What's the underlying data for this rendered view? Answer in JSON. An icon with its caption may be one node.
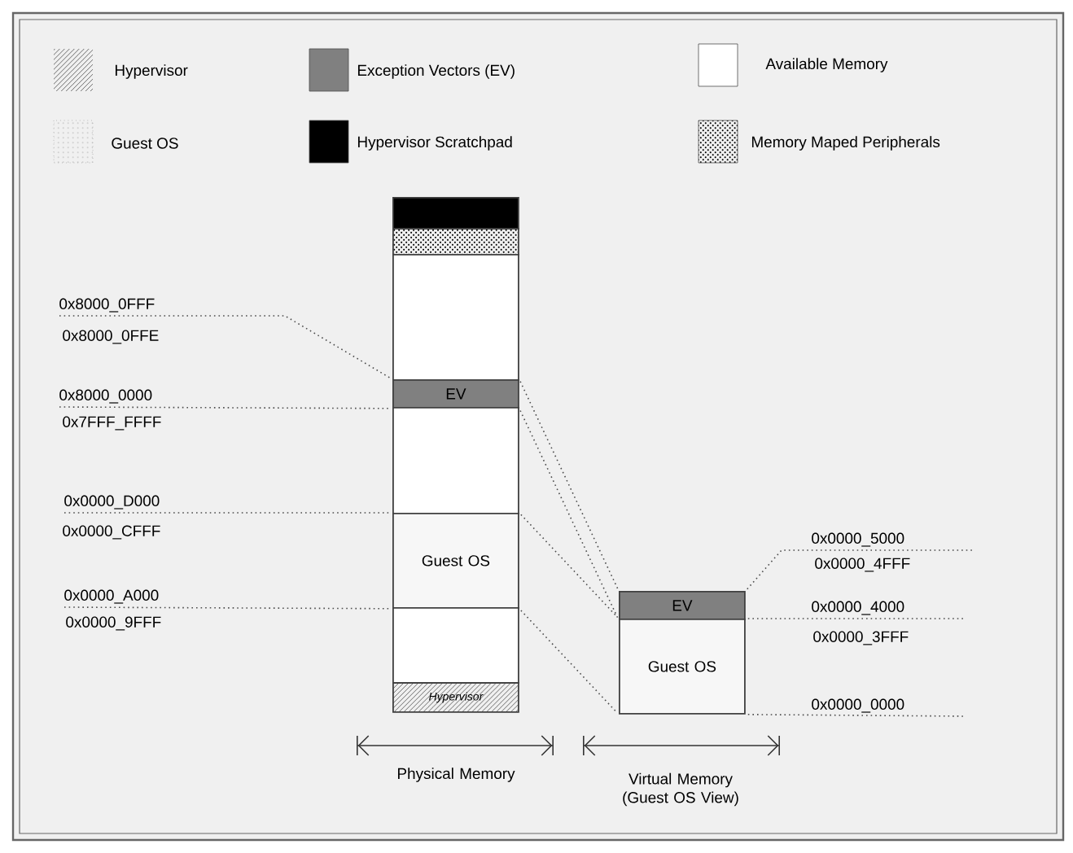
{
  "diagram": {
    "nodes": [
      {
        "text": [],
        "shape": "box"
      },
      {
        "text": [],
        "shape": "box"
      },
      {
        "text": [],
        "shape": "box"
      },
      {
        "text": [
          "EV"
        ]
      },
      {
        "text": [],
        "shape": "box"
      },
      {
        "text": [
          "Guest OS"
        ]
      },
      {
        "text": [],
        "shape": "box"
      },
      {
        "text": [
          "Hypervisor"
        ]
      },
      {
        "text": [
          "EV"
        ]
      },
      {
        "text": [
          "Guest OS"
        ]
      },
      {
        "text": [
          "0x8000_0FFF"
        ]
      },
      {
        "text": [
          "0x8000_0000"
        ]
      },
      {
        "text": [
          "0x0000_D000"
        ]
      },
      {
        "text": [
          "0x0000_A000"
        ]
      },
      {
        "text": [
          "0x0000_5000"
        ]
      },
      {
        "text": [
          "0x0000_4000"
        ]
      },
      {
        "text": [
          "0x0000_0000"
        ]
      }
    ],
    "edges": [
      {
        "from": 3,
        "to": 8,
        "arrow": "none",
        "style": "dashed"
      },
      {
        "from": 3,
        "to": 8,
        "arrow": "none",
        "style": "dashed"
      },
      {
        "from": 5,
        "to": 9,
        "arrow": "none",
        "style": "dashed"
      },
      {
        "from": 5,
        "to": 9,
        "arrow": "none",
        "style": "dashed"
      },
      {
        "from": 10,
        "to": 3,
        "arrow": "none",
        "style": "dashed"
      },
      {
        "from": 11,
        "to": 3,
        "arrow": "none",
        "style": "dashed"
      },
      {
        "from": 12,
        "to": 5,
        "arrow": "none",
        "style": "dashed"
      },
      {
        "from": 13,
        "to": 5,
        "arrow": "none",
        "style": "dashed"
      },
      {
        "from": 8,
        "to": 14,
        "arrow": "none",
        "style": "dashed"
      },
      {
        "from": 9,
        "to": 15,
        "arrow": "none",
        "style": "dashed"
      },
      {
        "from": 9,
        "to": 16,
        "arrow": "none",
        "style": "dashed"
      }
    ],
    "labels": [
      "0x8000_0FFE",
      "0x7FFF_FFFF",
      "0x0000_CFFF",
      "0x0000_9FFF",
      "0x0000_4FFF",
      "0x0000_3FFF",
      "Physical Memory",
      "Virtual Memory (Guest OS View)"
    ],
    "legend": [
      {
        "text": "Hypervisor"
      },
      {
        "text": "Exception Vectors (EV)",
        "color": "#808080"
      },
      {
        "text": "Available Memory",
        "color": "#ffffff"
      },
      {
        "text": "Guest OS"
      },
      {
        "text": "Hypervisor Scratchpad",
        "color": "#000000"
      },
      {
        "text": "Memory Maped Peripherals"
      }
    ]
  }
}
